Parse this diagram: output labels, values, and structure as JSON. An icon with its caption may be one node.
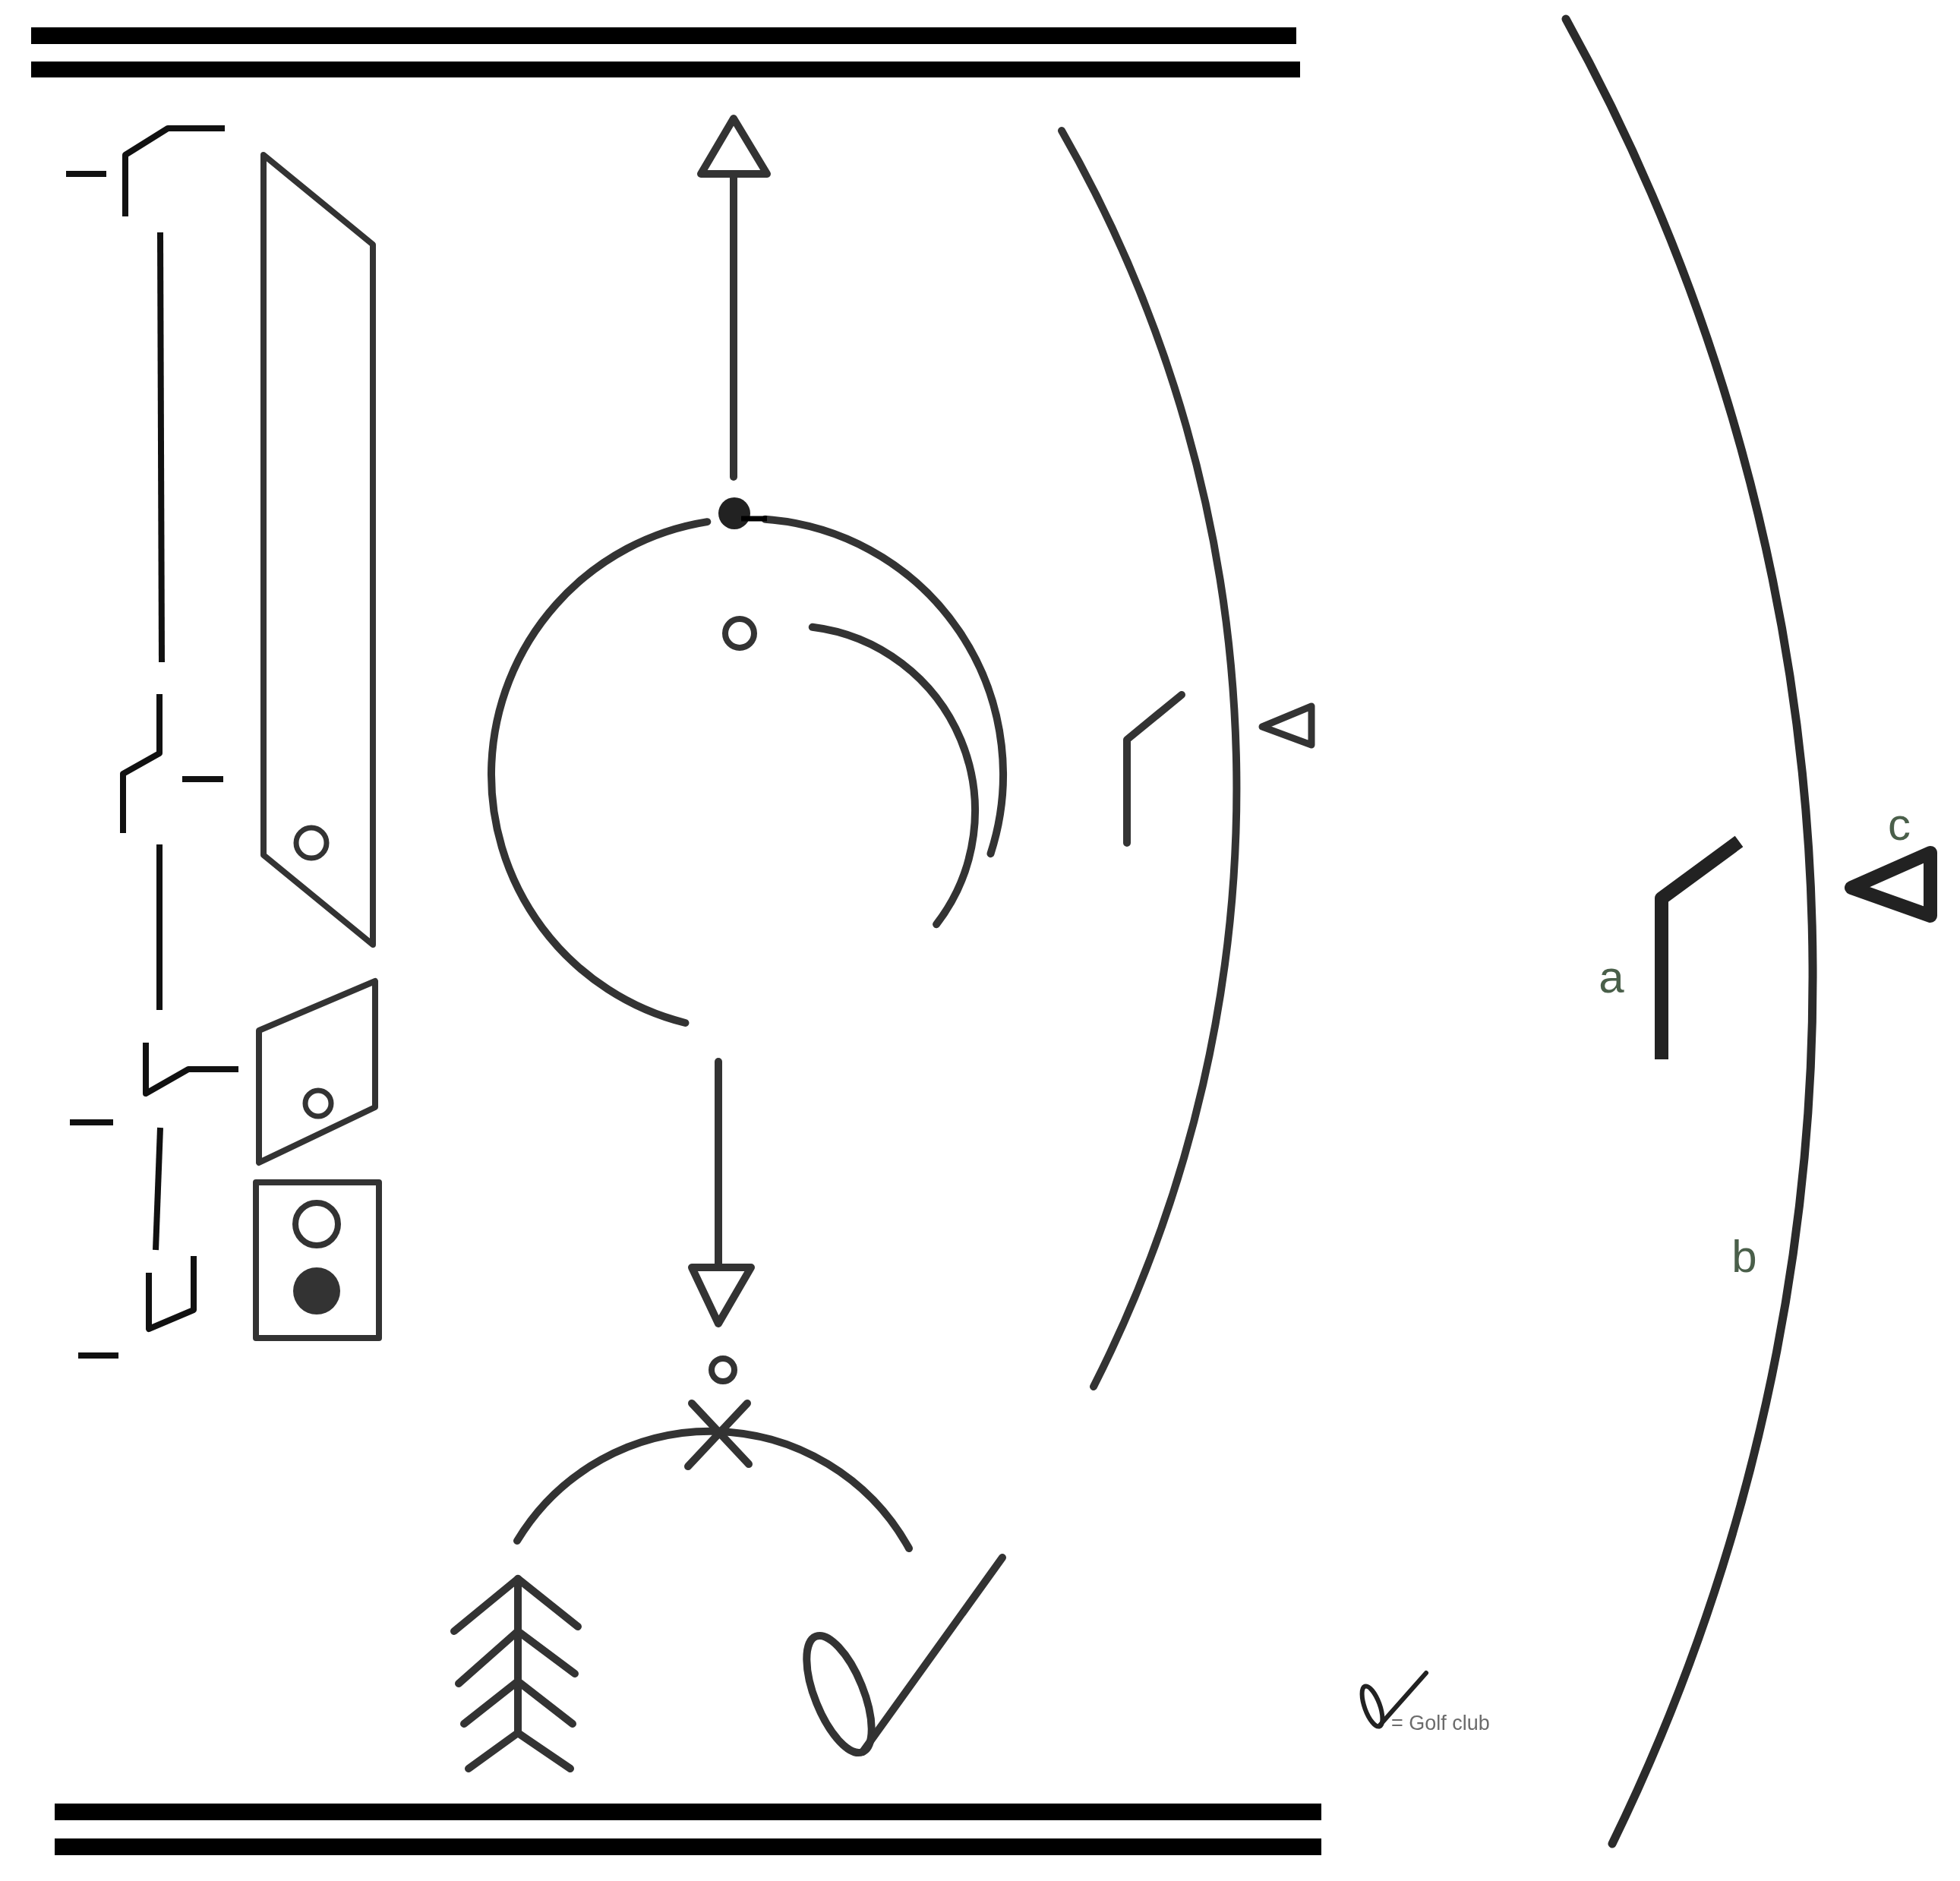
{
  "diagram": {
    "labels": [
      "c",
      "a",
      "b"
    ],
    "legend": [
      {
        "text": "= Golf club"
      }
    ]
  }
}
